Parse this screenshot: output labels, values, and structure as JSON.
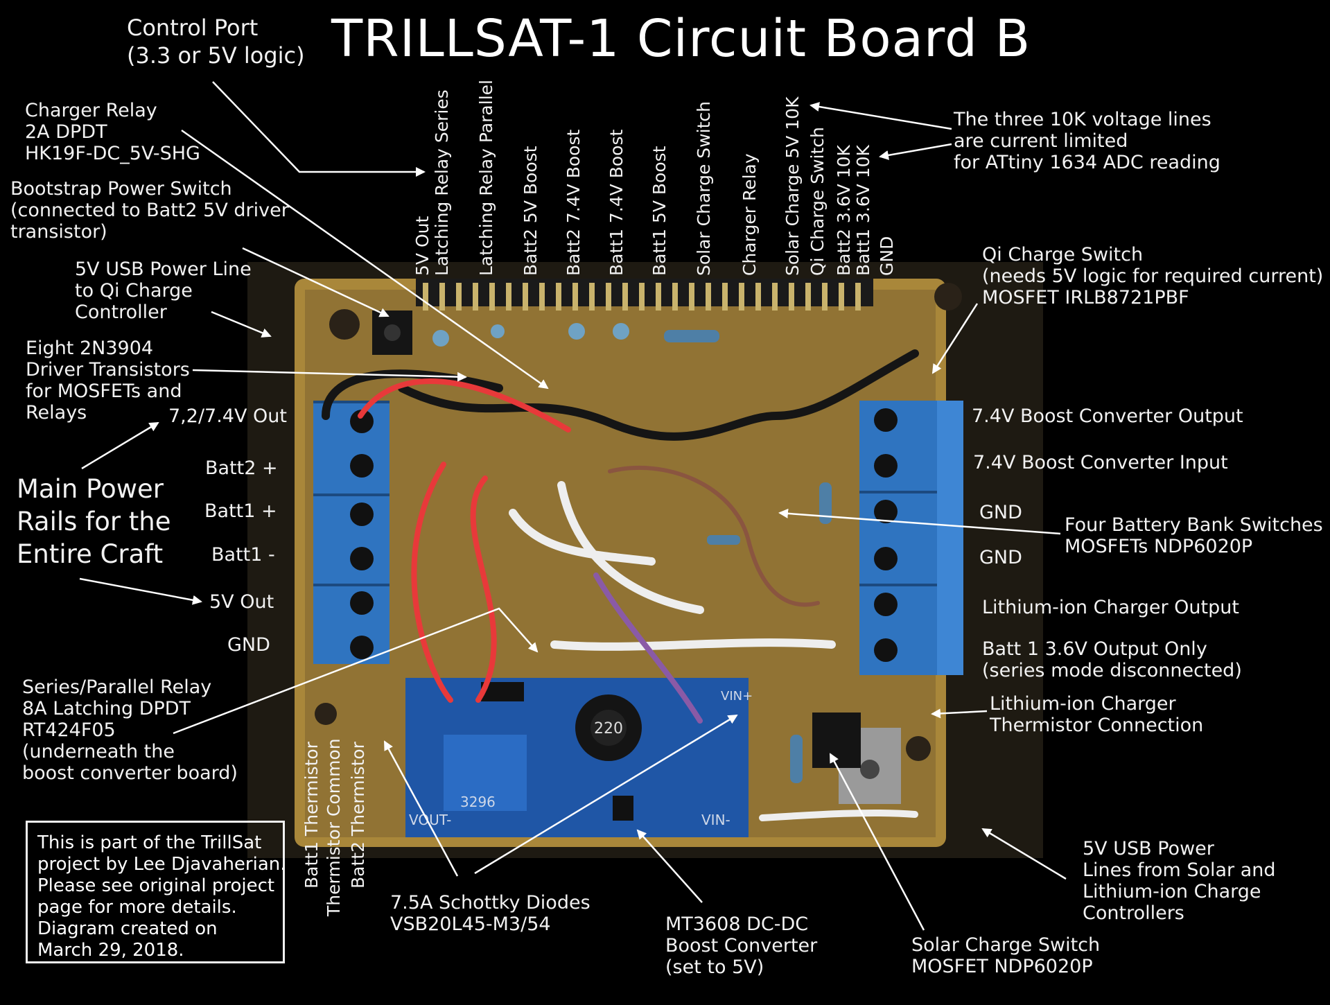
{
  "title": "TRILLSAT-1 Circuit Board B",
  "header_labels": [
    "5V Out",
    "Latching Relay Series",
    "Latching Relay Parallel",
    "Batt2 5V Boost",
    "Batt2 7.4V Boost",
    "Batt1 7.4V Boost",
    "Batt1 5V Boost",
    "Solar Charge Switch",
    "Charger Relay",
    "Solar Charge 5V 10K",
    "Qi Charge Switch",
    "Batt2 3.6V 10K",
    "Batt1 3.6V 10K",
    "GND"
  ],
  "left_callouts": {
    "control_port": "Control Port\n(3.3 or 5V logic)",
    "charger_relay": "Charger Relay\n2A DPDT\nHK19F-DC_5V-SHG",
    "bootstrap": "Bootstrap Power Switch\n(connected to Batt2 5V driver\ntransistor)",
    "usb_power_line": "5V USB Power Line\nto Qi Charge\nController",
    "driver_transistors": "Eight 2N3904\nDriver Transistors\nfor MOSFETs and\nRelays",
    "main_power": "Main Power\nRails for the\nEntire Craft",
    "series_parallel_relay": "Series/Parallel Relay\n8A Latching DPDT\nRT424F05\n(underneath the\nboost converter board)"
  },
  "left_terminals": [
    "7,2/7.4V Out",
    "Batt2 +",
    "Batt1 +",
    "Batt1 -",
    "5V Out",
    "GND"
  ],
  "right_terminals": [
    "7.4V Boost Converter Output",
    "7.4V Boost Converter Input",
    "GND",
    "GND",
    "Lithium-ion Charger Output",
    "Batt 1 3.6V Output Only\n(series mode disconnected)"
  ],
  "right_callouts": {
    "ten_k_note": "The three 10K voltage lines\nare current limited\nfor ATtiny 1634 ADC reading",
    "qi_switch": "Qi Charge Switch\n(needs 5V logic for required current)\nMOSFET IRLB8721PBF",
    "battery_switches": "Four Battery Bank Switches\nMOSFETs NDP6020P",
    "thermistor_conn": "Lithium-ion Charger\nThermistor Connection",
    "usb_power_lines": "5V USB Power\nLines from Solar and\nLithium-ion Charge\nControllers"
  },
  "bottom_callouts": {
    "schottky": "7.5A Schottky Diodes\nVSB20L45-M3/54",
    "mt3608": "MT3608 DC-DC\nBoost Converter\n(set to 5V)",
    "solar_switch": "Solar Charge Switch\nMOSFET NDP6020P"
  },
  "thermistor_labels": [
    "Batt1 Thermistor",
    "Thermistor Common",
    "Batt2 Thermistor"
  ],
  "info_box": "This is part of the TrillSat\nproject by Lee Djavaherian.\nPlease see original project\npage for more details.\nDiagram created on\nMarch 29, 2018.",
  "board_text": {
    "inductor": "220",
    "vout_minus": "VOUT-",
    "vin_minus": "VIN-",
    "vin_plus": "VIN+",
    "pot": "3296"
  },
  "colors": {
    "background": "#000000",
    "board": "#b8953e",
    "terminal_blue": "#2f74c0",
    "converter_blue": "#1f56a6",
    "text": "#f2f2f2"
  }
}
